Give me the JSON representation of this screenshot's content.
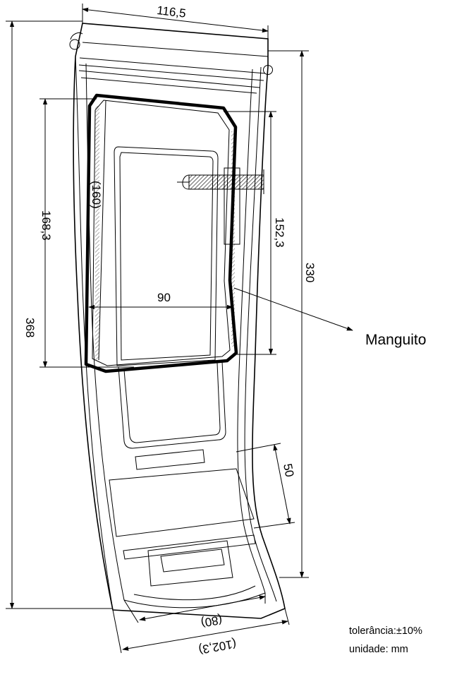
{
  "dimensions": {
    "top_width": "116,5",
    "overall_height": "368",
    "cuff_outer_height": "168,3",
    "cuff_inner_diameter": "(160)",
    "inner_width": "90",
    "cuff_height": "152,3",
    "body_height": "330",
    "pocket_height": "50",
    "bottom_inner_width": "(80)",
    "bottom_outer_width": "(102,3)"
  },
  "labels": {
    "callout": "Manguito"
  },
  "notes": {
    "tolerance": "tolerância:±10%",
    "unit": "unidade: mm"
  }
}
